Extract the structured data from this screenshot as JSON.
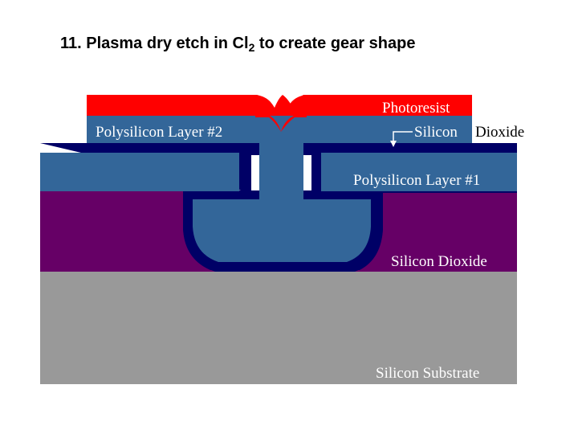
{
  "title": {
    "prefix": "11. Plasma dry etch in Cl",
    "subscript": "2",
    "suffix": " to create gear shape"
  },
  "labels": {
    "photoresist": "Photoresist",
    "poly2": "Polysilicon Layer #2",
    "oxide_top_part1": "Silicon",
    "oxide_top_part2": "Dioxide",
    "poly1": "Polysilicon Layer #1",
    "oxide_bottom": "Silicon Dioxide",
    "substrate": "Silicon Substrate"
  },
  "colors": {
    "photoresist": "#ff0000",
    "polysilicon": "#336699",
    "thin_oxide": "#000066",
    "sacrificial_oxide": "#660066",
    "substrate": "#999999",
    "label_text": "#ffffff"
  }
}
